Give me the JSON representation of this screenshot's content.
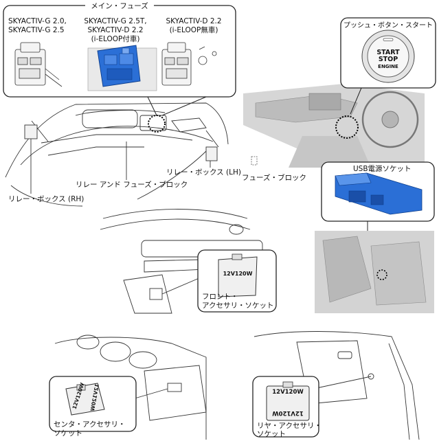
{
  "main_fuse": {
    "title": "メイン・フューズ",
    "variants": [
      {
        "line1": "SKYACTIV-G 2.0,",
        "line2": "SKYACTIV-G 2.5",
        "line3": ""
      },
      {
        "line1": "SKYACTIV-G 2.5T,",
        "line2": "SKYACTIV-D 2.2",
        "line3": "(i-ELOOP付車)"
      },
      {
        "line1": "SKYACTIV-D 2.2",
        "line2": "(i-ELOOP無車)",
        "line3": ""
      }
    ]
  },
  "push_button": {
    "title": "プッシュ・ボタン・スタート",
    "button_lines": [
      "START",
      "STOP",
      "ENGINE"
    ]
  },
  "engine_bay": {
    "relay_box_lh": "リレー・ボックス (LH)",
    "relay_and_fuse_block": "リレー アンド フューズ・ブロック",
    "relay_box_rh": "リレー・ボックス (RH)"
  },
  "dash": {
    "fuse_block": "フューズ・ブロック"
  },
  "usb": {
    "label": "USB電源ソケット"
  },
  "front_socket": {
    "cap_text": "12V120W",
    "label_line1": "フロント・",
    "label_line2": "アクセサリ・ソケット"
  },
  "center_socket": {
    "cap_text": "12V120W",
    "cap_text_mirrored": "12V120W",
    "label_line1": "センタ・アクセサリ・",
    "label_line2": "ソケット"
  },
  "rear_socket": {
    "cap_text": "12V120W",
    "cap_text_mirrored": "12V120W",
    "label_line1": "リヤ・アクセサリ・",
    "label_line2": "ソケット"
  },
  "colors": {
    "highlight_blue": "#2b6fd6",
    "panel_gray": "#d6d6d6",
    "line": "#222222"
  }
}
